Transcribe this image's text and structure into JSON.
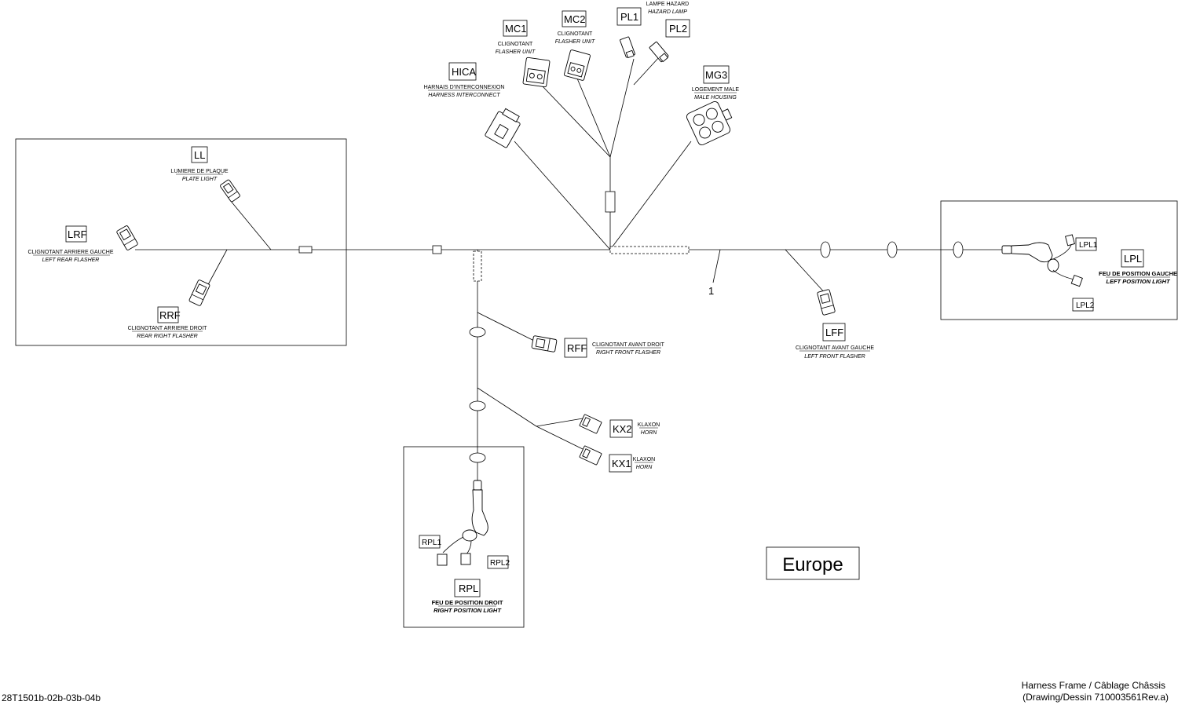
{
  "labels": {
    "LL": "LL",
    "LL_fr": "LUMIERE DE PLAQUE",
    "LL_en": "PLATE LIGHT",
    "LRF": "LRF",
    "LRF_fr": "CLIGNOTANT ARRIERE GAUCHE",
    "LRF_en": "LEFT REAR FLASHER",
    "RRF": "RRF",
    "RRF_fr": "CLIGNOTANT ARRIERE DROIT",
    "RRF_en": "REAR RIGHT FLASHER",
    "MC1": "MC1",
    "MC1_fr": "CLIGNOTANT",
    "MC1_en": "FLASHER UNIT",
    "MC2": "MC2",
    "MC2_fr": "CLIGNOTANT",
    "MC2_en": "FLASHER UNIT",
    "PL1": "PL1",
    "PL2": "PL2",
    "PL_fr": "LAMPE HAZARD",
    "PL_en": "HAZARD LAMP",
    "HICA": "HICA",
    "HICA_fr": "HARNAIS D'INTERCONNEXION",
    "HICA_en": "HARNESS INTERCONNECT",
    "MG3": "MG3",
    "MG3_fr": "LOGEMENT MALE",
    "MG3_en": "MALE HOUSING",
    "RFF": "RFF",
    "RFF_fr": "CLIGNOTANT AVANT DROIT",
    "RFF_en": "RIGHT FRONT FLASHER",
    "LFF": "LFF",
    "LFF_fr": "CLIGNOTANT AVANT GAUCHE",
    "LFF_en": "LEFT FRONT FLASHER",
    "KX2": "KX2",
    "KX2_fr": "KLAXON",
    "KX2_en": "HORN",
    "KX1": "KX1",
    "KX1_fr": "KLAXON",
    "KX1_en": "HORN",
    "LPL": "LPL",
    "LPL1": "LPL1",
    "LPL2": "LPL2",
    "LPL_fr": "FEU DE POSITION GAUCHE",
    "LPL_en": "LEFT POSITION LIGHT",
    "RPL": "RPL",
    "RPL1": "RPL1",
    "RPL2": "RPL2",
    "RPL_fr": "FEU DE POSITION DROIT",
    "RPL_en": "RIGHT POSITION LIGHT",
    "callout_1": "1"
  },
  "region_label": "Europe",
  "footer": {
    "drawing_id": "28T1501b-02b-03b-04b",
    "title": "Harness Frame / Câblage Châssis",
    "drawing_ref": "(Drawing/Dessin 710003561Rev.a)"
  }
}
